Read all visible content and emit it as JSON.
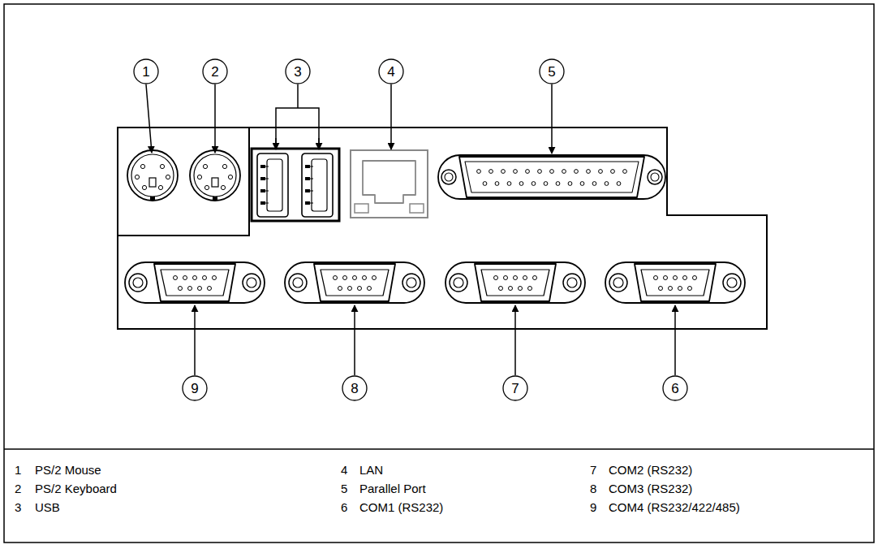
{
  "diagram": {
    "labels": [
      "1",
      "2",
      "3",
      "4",
      "5",
      "9",
      "8",
      "7",
      "6",
      "1",
      "PS/2 Mouse",
      "4",
      "LAN",
      "7",
      "COM2 (RS232)",
      "2",
      "PS/2 Keyboard",
      "5",
      "Parallel Port",
      "8",
      "COM3 (RS232)",
      "3",
      "USB",
      "6",
      "COM1 (RS232)",
      "9",
      "COM4 (RS232/422/485)"
    ]
  }
}
